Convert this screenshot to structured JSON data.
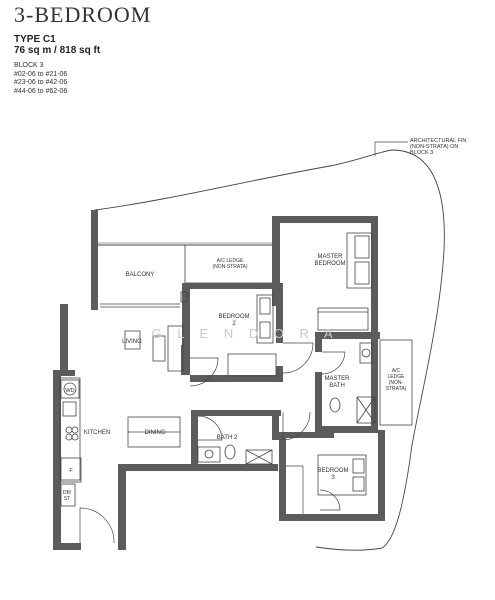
{
  "header": {
    "title": "3-BEDROOM",
    "type": "TYPE C1",
    "area": "76 sq m / 818 sq ft"
  },
  "block": {
    "name": "BLOCK 3",
    "units": [
      "#02-06 to #21-06",
      "#23-06 to #42-06",
      "#44-06 to #62-06"
    ]
  },
  "fin_note": [
    "ARCHITECTURAL FIN",
    "(NON-STRATA) ON",
    "BLOCK 3"
  ],
  "rooms": {
    "balcony": "BALCONY",
    "ac_ledge_top": [
      "A/C LEDGE",
      "(NON-STRATA)"
    ],
    "master_bedroom": [
      "MASTER",
      "BEDROOM"
    ],
    "bedroom2": [
      "BEDROOM",
      "2"
    ],
    "living": "LIVING",
    "master_bath": [
      "MASTER",
      "BATH"
    ],
    "ac_ledge_right": [
      "A/C",
      "LEDGE",
      "(NON-",
      "STRATA)"
    ],
    "kitchen": "KITCHEN",
    "dining": "DINING",
    "bath2": "BATH 2",
    "bedroom3": [
      "BEDROOM",
      "3"
    ],
    "wd": "WD",
    "fridge": "F",
    "dbst": [
      "DB/",
      "ST"
    ]
  },
  "watermark": "G L E N D O R A",
  "colors": {
    "wall": "#5c5c5c",
    "line": "#444444"
  }
}
